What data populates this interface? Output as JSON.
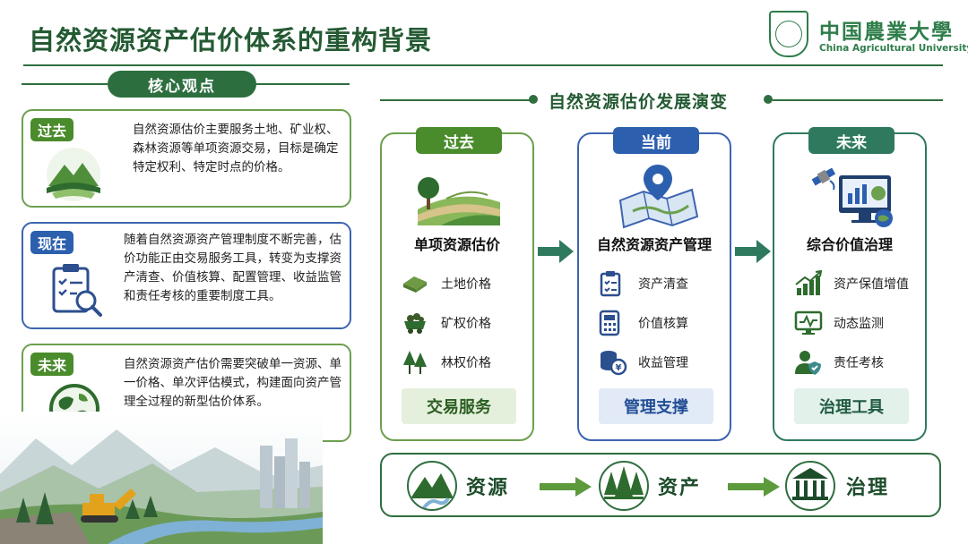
{
  "header": {
    "title": "自然资源资产估价体系的重构背景",
    "logo_cn": "中国農業大學",
    "logo_en": "China Agricultural University"
  },
  "core": {
    "label": "核心观点",
    "views": [
      {
        "tag": "过去",
        "text": "自然资源估价主要服务土地、矿业权、森林资源等单项资源交易，目标是确定特定权利、特定时点的价格。"
      },
      {
        "tag": "现在",
        "text": "随着自然资源资产管理制度不断完善，估价功能正由交易服务工具，转变为支撑资产清查、价值核算、配置管理、收益监管和责任考核的重要制度工具。"
      },
      {
        "tag": "未来",
        "text": "自然资源资产估价需要突破单一资源、单一价格、单次评估模式，构建面向资产管理全过程的新型估价体系。"
      }
    ]
  },
  "evolution": {
    "title": "自然资源估价发展演变",
    "stages": [
      {
        "tag": "过去",
        "head": "单项资源估价",
        "items": [
          "土地价格",
          "矿权价格",
          "林权价格"
        ],
        "bottom": "交易服务"
      },
      {
        "tag": "当前",
        "head": "自然资源资产管理",
        "items": [
          "资产清查",
          "价值核算",
          "收益管理"
        ],
        "bottom": "管理支撑"
      },
      {
        "tag": "未来",
        "head": "综合价值治理",
        "items": [
          "资产保值增值",
          "动态监测",
          "责任考核"
        ],
        "bottom": "治理工具"
      }
    ]
  },
  "flow": {
    "steps": [
      "资源",
      "资产",
      "治理"
    ]
  },
  "colors": {
    "green": "#4a8b2c",
    "blue": "#2c5fae",
    "teal": "#2f7a5e",
    "dark": "#245a33"
  }
}
